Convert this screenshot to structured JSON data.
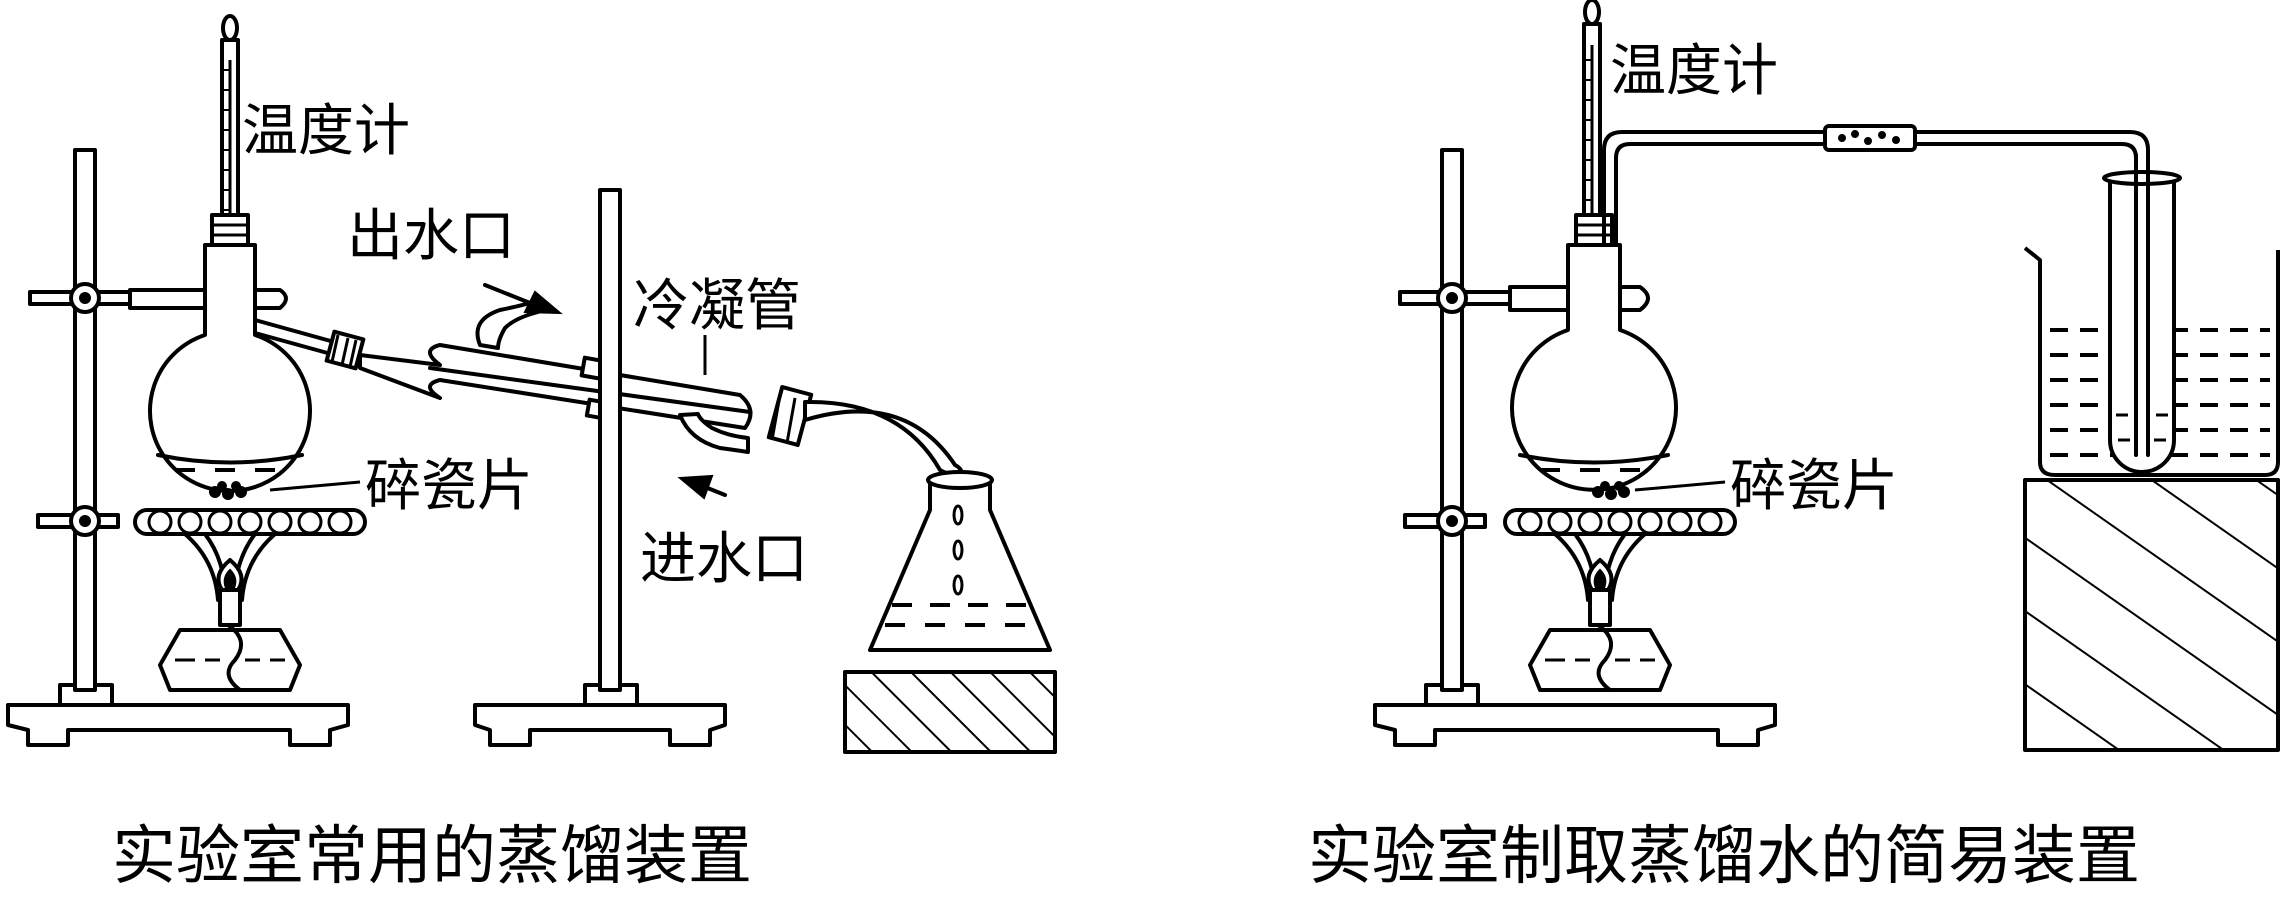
{
  "left_apparatus": {
    "thermometer_label": "温度计",
    "water_outlet_label": "出水口",
    "condenser_label": "冷凝管",
    "boiling_chips_label": "碎瓷片",
    "water_inlet_label": "进水口",
    "caption": "实验室常用的蒸馏装置"
  },
  "right_apparatus": {
    "thermometer_label": "温度计",
    "boiling_chips_label": "碎瓷片",
    "caption": "实验室制取蒸馏水的简易装置"
  }
}
